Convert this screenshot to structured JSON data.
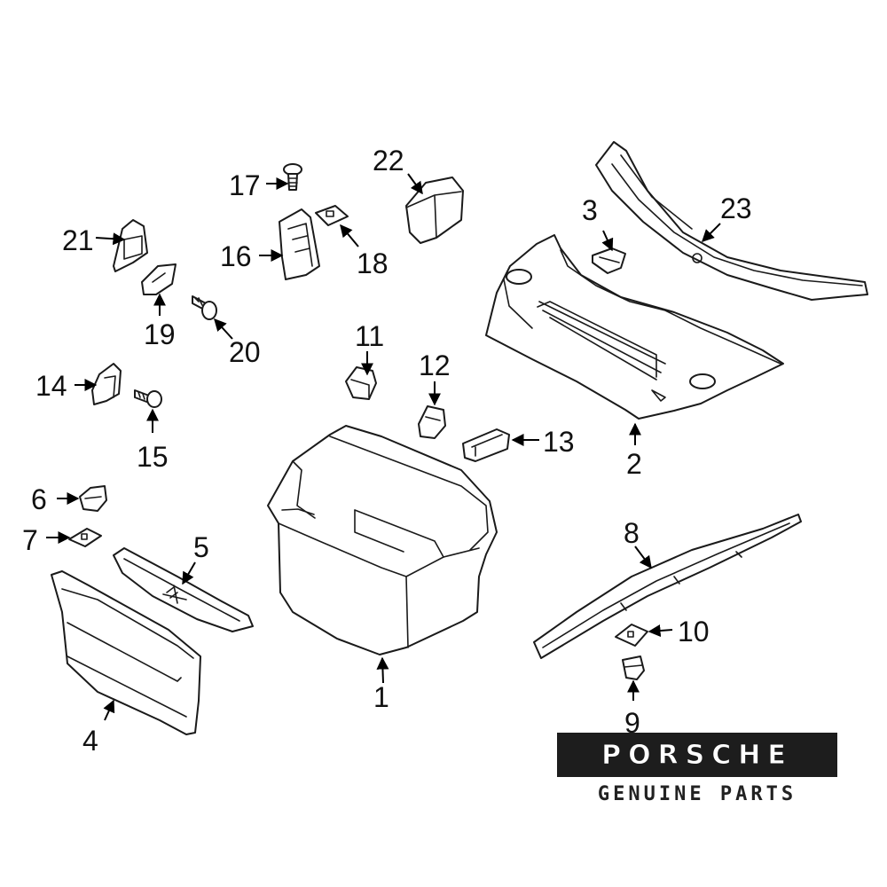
{
  "callouts": {
    "c1": "1",
    "c2": "2",
    "c3": "3",
    "c4": "4",
    "c5": "5",
    "c6": "6",
    "c7": "7",
    "c8": "8",
    "c9": "9",
    "c10": "10",
    "c11": "11",
    "c12": "12",
    "c13": "13",
    "c14": "14",
    "c15": "15",
    "c16": "16",
    "c17": "17",
    "c18": "18",
    "c19": "19",
    "c20": "20",
    "c21": "21",
    "c22": "22",
    "c23": "23"
  },
  "brand": {
    "name": "PORSCHE",
    "tagline": "GENUINE PARTS"
  },
  "colors": {
    "line": "#1a1a1a",
    "brand_band": "#1d1d1d",
    "background": "#ffffff"
  }
}
